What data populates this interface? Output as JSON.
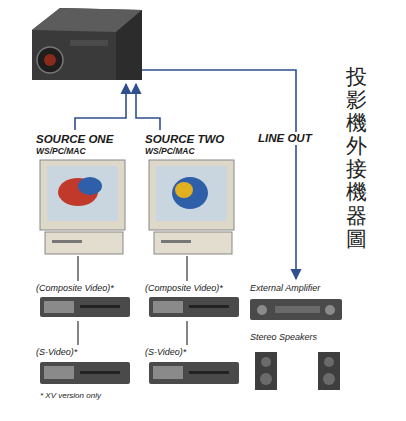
{
  "diagram": {
    "title": "投影機外接機器圖",
    "nodes": [
      {
        "text": [
          "SOURCE ONE",
          "WS/PC/MAC"
        ]
      },
      {
        "text": [
          "(Composite Video)*"
        ]
      },
      {
        "text": [
          "(S-Video)*"
        ]
      },
      {
        "text": [
          "SOURCE TWO",
          "WS/PC/MAC"
        ]
      },
      {
        "text": [
          "(Composite Video)*"
        ]
      },
      {
        "text": [
          "(S-Video)*"
        ]
      },
      {
        "text": [
          "External Amplifier"
        ]
      },
      {
        "text": [
          "Stereo Speakers"
        ]
      }
    ],
    "edges": [
      {
        "from": 0,
        "to": 1,
        "arrow": "none"
      },
      {
        "from": 1,
        "to": 2,
        "arrow": "none"
      },
      {
        "from": 3,
        "to": 4,
        "arrow": "none"
      },
      {
        "from": 4,
        "to": 5,
        "arrow": "none"
      }
    ],
    "labels": [
      "LINE OUT",
      "* XV version only"
    ]
  }
}
